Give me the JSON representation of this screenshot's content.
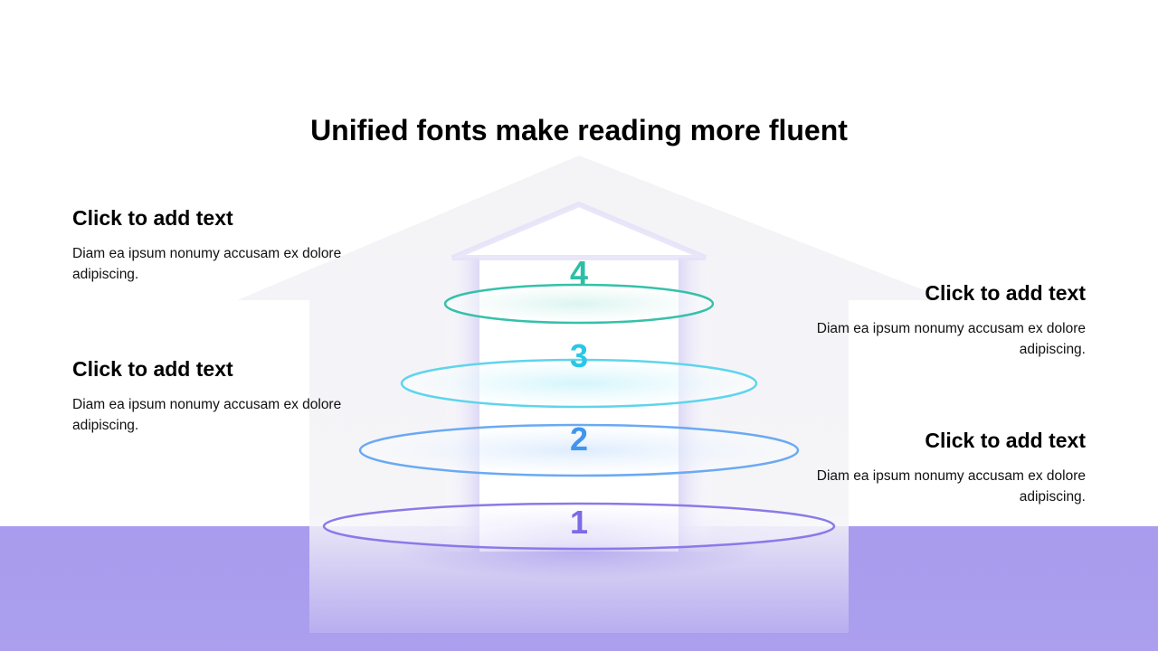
{
  "title": "Unified fonts make reading more fluent",
  "levels": [
    {
      "label": "1",
      "color": "#7c6ae6"
    },
    {
      "label": "2",
      "color": "#3f95f0"
    },
    {
      "label": "3",
      "color": "#29c7e6"
    },
    {
      "label": "4",
      "color": "#2dbfa6"
    }
  ],
  "blocks": {
    "left_top": {
      "heading": "Click to add text",
      "body": "Diam ea ipsum nonumy accusam ex dolore adipiscing."
    },
    "left_mid": {
      "heading": "Click to add text",
      "body": "Diam ea ipsum nonumy accusam ex dolore adipiscing."
    },
    "right_top": {
      "heading": "Click to add text",
      "body": "Diam ea ipsum nonumy accusam ex dolore adipiscing."
    },
    "right_bot": {
      "heading": "Click to add text",
      "body": "Diam ea ipsum nonumy accusam ex dolore adipiscing."
    }
  },
  "colors": {
    "floor": "#aa9ded",
    "house": "#f3f3f7",
    "teal": "#2dbfa6",
    "cyan": "#29c7e6",
    "blue": "#3f95f0",
    "purple": "#7c6ae6"
  }
}
